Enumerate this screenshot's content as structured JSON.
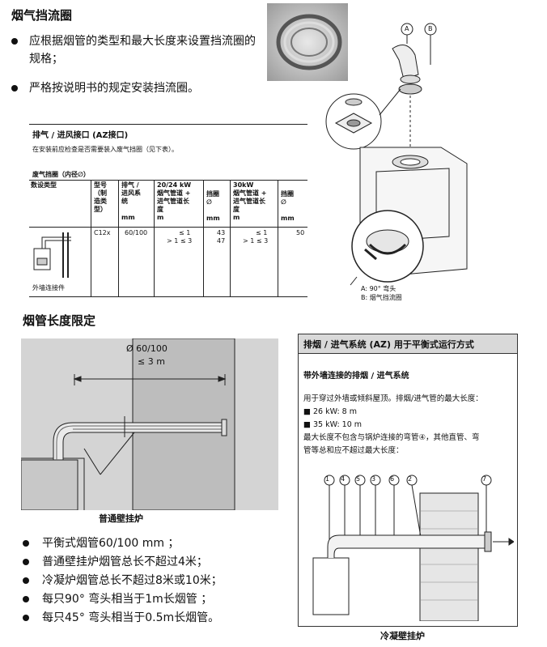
{
  "section1": {
    "title": "烟气挡流圈",
    "bullets": [
      "应根据烟管的类型和最大长度来设置挡流圈的规格；",
      "严格按说明书的规定安装挡流圈。"
    ]
  },
  "diagram1": {
    "labels": [
      "A",
      "B"
    ],
    "legend_a": "A: 90° 弯头",
    "legend_b": "B: 烟气挡流圈"
  },
  "spec_table": {
    "heading": "排气 / 进风接口 (AZ接口)",
    "note": "在安装前应检查是否需要装入废气挡圈（见下表）。",
    "subheading": "废气挡圈（内径∅）",
    "col_headers": {
      "type": "数设类型",
      "model": [
        "型号",
        "（制",
        "造类",
        "型）"
      ],
      "exhaust": [
        "排气 /",
        "进风系",
        "统"
      ],
      "mm": "mm",
      "p20": [
        "20/24 kW",
        "烟气管道 +",
        "进气管道长",
        "度",
        "m"
      ],
      "ring1": [
        "挡圈",
        "∅",
        "mm"
      ],
      "p30": [
        "30kW",
        "烟气管道 +",
        "进气管道长",
        "度",
        "m"
      ],
      "ring2": [
        "挡圈",
        "∅",
        "mm"
      ]
    },
    "row": {
      "model": "C12x",
      "exhaust": "60/100",
      "p20_a": "≤ 1",
      "p20_b": "> 1 ≤ 3",
      "ring1_a": "43",
      "ring1_b": "47",
      "p30_a": "≤ 1",
      "p30_b": "> 1 ≤ 3",
      "ring2_a": "50",
      "ring2_b": ""
    },
    "wall_label": "外墙连接件"
  },
  "section2": {
    "title": "烟管长度限定",
    "dim_diameter": "Ø 60/100",
    "dim_length": "≤ 3 m",
    "caption": "普通壁挂炉",
    "bullets": [
      "平衡式烟管60/100 mm ；",
      "普通壁挂炉烟管总长不超过4米；",
      "冷凝炉烟管总长不超过8米或10米；",
      "每只90° 弯头相当于1m长烟管 ；",
      "每只45° 弯头相当于0.5m长烟管。"
    ]
  },
  "right_panel": {
    "header": "排烟 / 进气系统 (AZ) 用于平衡式运行方式",
    "subtitle": "带外墙连接的排烟 / 进气系统",
    "lines": [
      "用于穿过外墙或倾斜屋顶。排烟/进气管的最大长度：",
      "■ 26 kW: 8 m",
      "■ 35 kW: 10 m",
      "最大长度不包含与锅炉连接的弯管④，其他直管、弯",
      "管等总和应不超过最大长度："
    ],
    "callouts": [
      "1",
      "4",
      "5",
      "3",
      "6",
      "2",
      "7"
    ],
    "caption": "冷凝壁挂炉"
  }
}
